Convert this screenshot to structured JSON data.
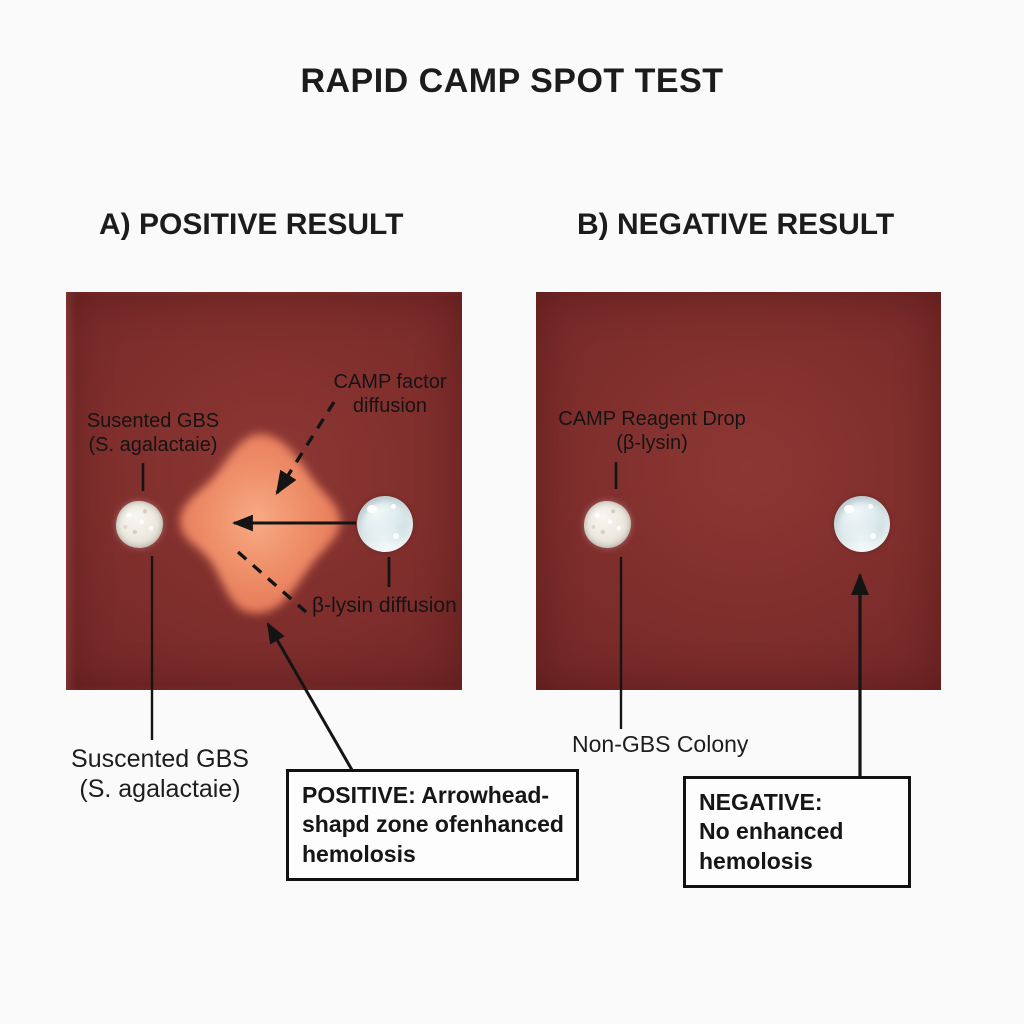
{
  "title": "RAPID CAMP SPOT TEST",
  "positive_panel": {
    "heading": "A) POSITIVE RESULT",
    "gbs_label": {
      "line1": "Susented GBS",
      "line2": "(S. agalactaie)"
    },
    "camp_factor_label": {
      "line1": "CAMP factor",
      "line2": "diffusion"
    },
    "beta_lysin_label": "β-lysin diffusion",
    "bottom_gbs_label": {
      "line1": "Suscented GBS",
      "line2": "(S. agalactaie)"
    },
    "result_box": {
      "title": "POSITIVE:",
      "title_rest": " Arrowhead-",
      "line2": "shapd zone ofenhanced",
      "line3": "hemolosis"
    }
  },
  "negative_panel": {
    "heading": "B) NEGATIVE RESULT",
    "reagent_label": {
      "line1": "CAMP Reagent Drop",
      "line2": "(β-lysin)"
    },
    "bottom_label": "Non-GBS Colony",
    "result_box": {
      "title": "NEGATIVE:",
      "line2": "No enhanced",
      "line3": "hemolosis"
    }
  },
  "colors": {
    "plate_agar": "#7b2c2a",
    "hemolysis_zone": "#ef906c",
    "reagent_drop": "#d9e6e9",
    "colony": "#eeeae2",
    "text": "#1a1a1a",
    "background": "#fbfafa"
  }
}
